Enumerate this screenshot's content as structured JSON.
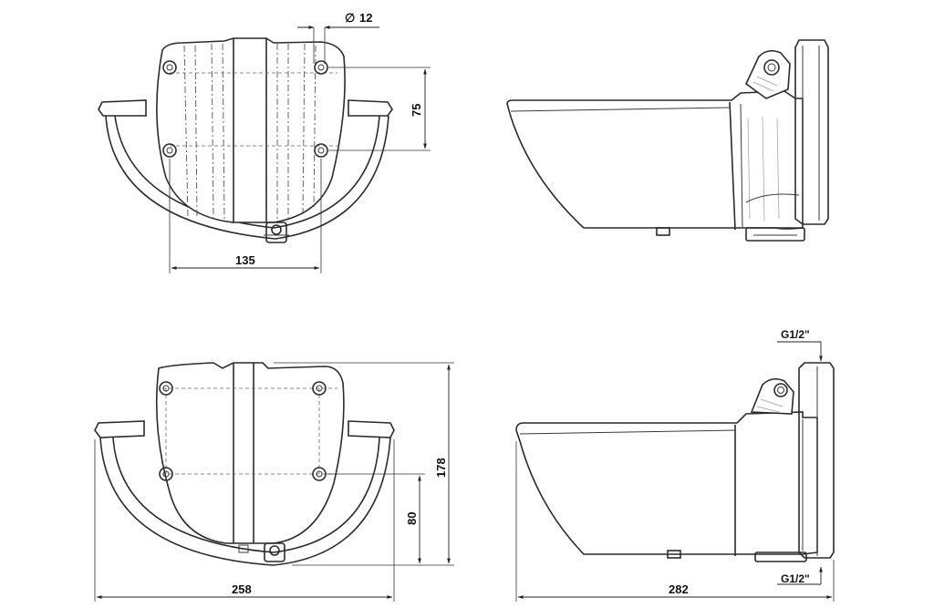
{
  "dimensions": {
    "bolt_diameter": "12",
    "bolt_diameter_symbol": "∅",
    "vertical_hole_spacing": "75",
    "horizontal_hole_spacing": "135",
    "lower_hole_height": "80",
    "total_height": "178",
    "total_width": "258",
    "total_depth": "282",
    "inlet_top": "G1/2\"",
    "inlet_bottom": "G1/2\""
  }
}
